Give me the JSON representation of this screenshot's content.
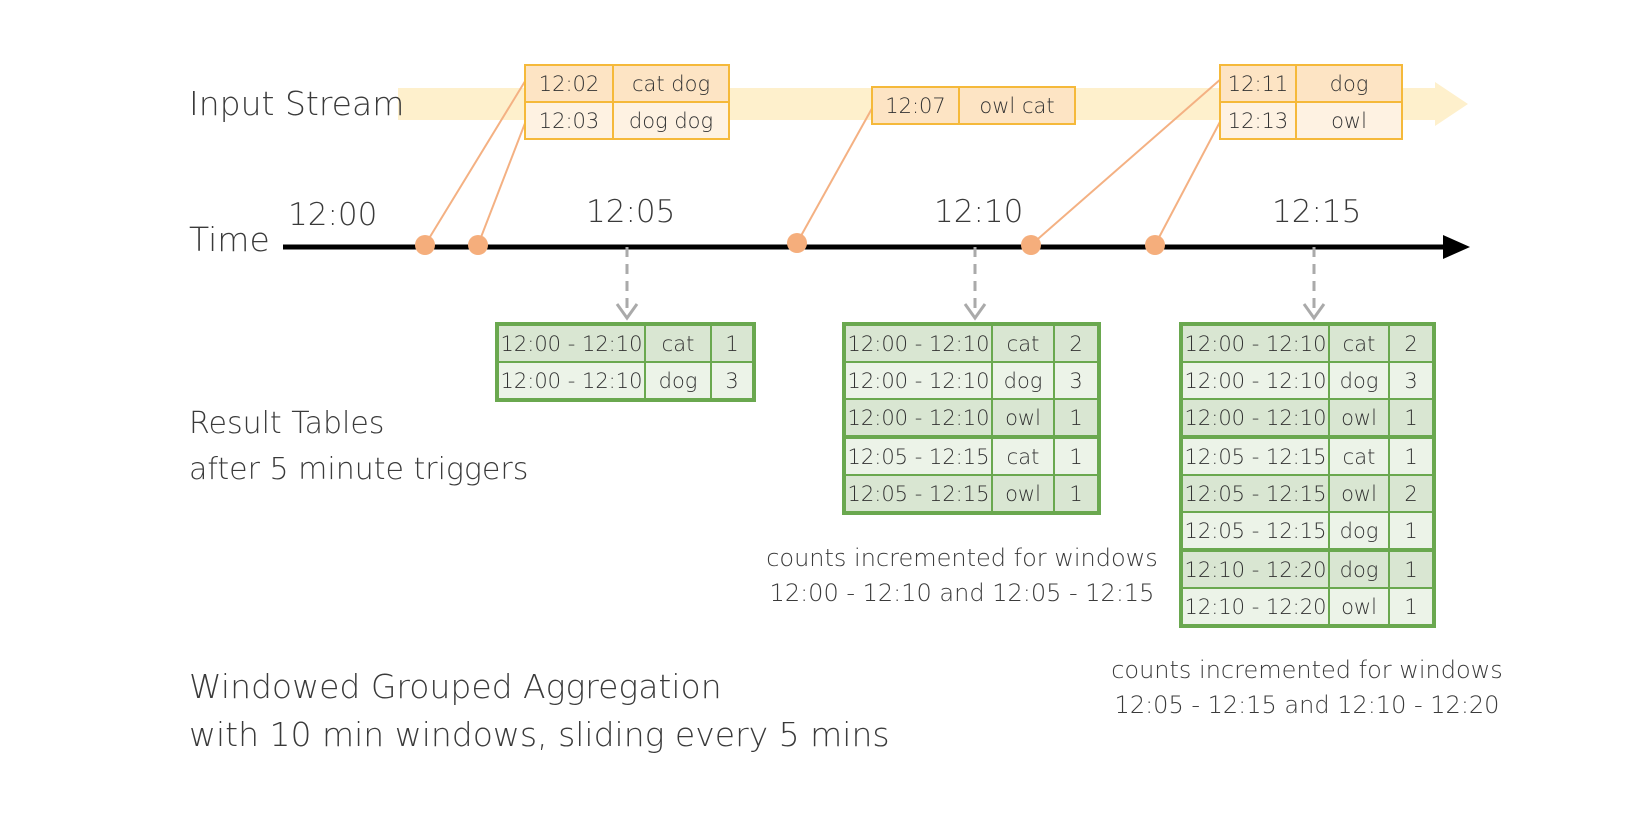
{
  "labels": {
    "input_stream": "Input Stream",
    "time": "Time",
    "result_line1": "Result Tables",
    "result_line2": "after 5 minute triggers",
    "caption_line1": "Windowed Grouped Aggregation",
    "caption_line2": "with 10 min windows, sliding every 5 mins"
  },
  "ticks": [
    "12:00",
    "12:05",
    "12:10",
    "12:15"
  ],
  "stream_events": [
    [
      {
        "time": "12:02",
        "words": "cat dog"
      },
      {
        "time": "12:03",
        "words": "dog dog"
      }
    ],
    [
      {
        "time": "12:07",
        "words": "owl cat"
      }
    ],
    [
      {
        "time": "12:11",
        "words": "dog"
      },
      {
        "time": "12:13",
        "words": "owl"
      }
    ]
  ],
  "result_tables": [
    {
      "rows": [
        {
          "window": "12:00 - 12:10",
          "word": "cat",
          "count": "1"
        },
        {
          "window": "12:00 - 12:10",
          "word": "dog",
          "count": "3"
        }
      ]
    },
    {
      "rows": [
        {
          "window": "12:00 - 12:10",
          "word": "cat",
          "count": "2"
        },
        {
          "window": "12:00 - 12:10",
          "word": "dog",
          "count": "3"
        },
        {
          "window": "12:00 - 12:10",
          "word": "owl",
          "count": "1"
        },
        {
          "window": "12:05 - 12:15",
          "word": "cat",
          "count": "1"
        },
        {
          "window": "12:05 - 12:15",
          "word": "owl",
          "count": "1"
        }
      ],
      "note_line1": "counts incremented for windows",
      "note_line2": "12:00 - 12:10 and 12:05 - 12:15"
    },
    {
      "rows": [
        {
          "window": "12:00 - 12:10",
          "word": "cat",
          "count": "2"
        },
        {
          "window": "12:00 - 12:10",
          "word": "dog",
          "count": "3"
        },
        {
          "window": "12:00 - 12:10",
          "word": "owl",
          "count": "1"
        },
        {
          "window": "12:05 - 12:15",
          "word": "cat",
          "count": "1"
        },
        {
          "window": "12:05 - 12:15",
          "word": "owl",
          "count": "2"
        },
        {
          "window": "12:05 - 12:15",
          "word": "dog",
          "count": "1"
        },
        {
          "window": "12:10 - 12:20",
          "word": "dog",
          "count": "1"
        },
        {
          "window": "12:10 - 12:20",
          "word": "owl",
          "count": "1"
        }
      ],
      "note_line1": "counts incremented for windows",
      "note_line2": "12:05 - 12:15 and 12:10 - 12:20"
    }
  ],
  "colors": {
    "stream_band": "#fef0cc",
    "stream_border": "#f5b93a",
    "event_dot": "#f5ae7c",
    "connector": "#f4b183",
    "axis": "#000000",
    "result_border": "#6aa84f",
    "trigger_arrow": "#aaaaaa"
  }
}
